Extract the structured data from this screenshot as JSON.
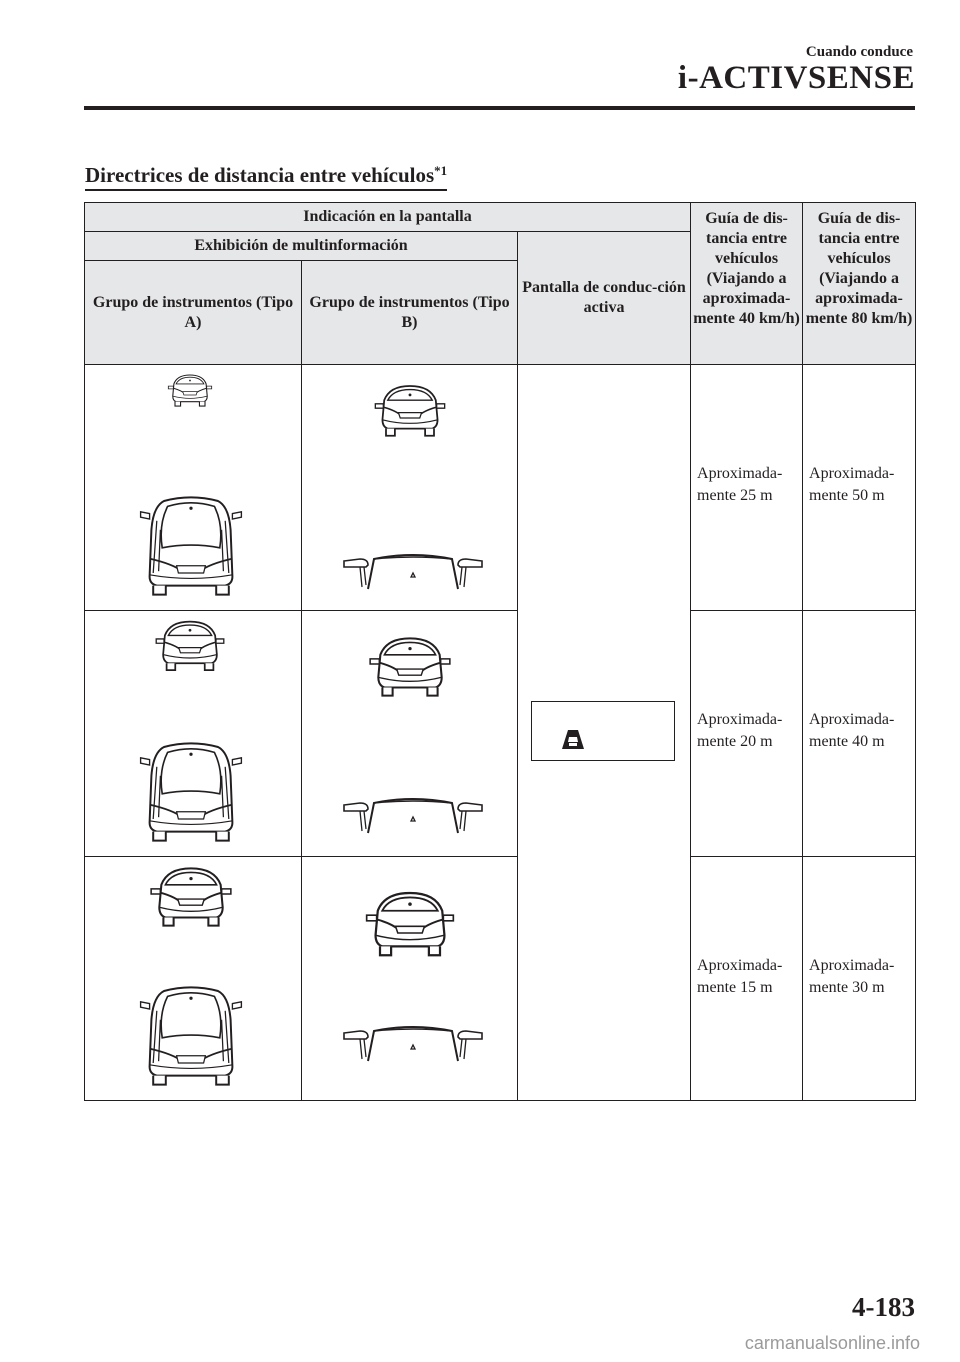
{
  "header": {
    "section": "Cuando conduce",
    "title": "i-ACTIVSENSE"
  },
  "section_title": {
    "text": "Directrices de distancia entre vehículos",
    "sup": "*1"
  },
  "table": {
    "h_display": "Indicación en la pantalla",
    "h_multi": "Exhibición de multinformación",
    "h_cluster_a": "Grupo de instrumentos (Tipo A)",
    "h_cluster_b": "Grupo de instrumentos (Tipo B)",
    "h_active": "Pantalla de conduc-ción activa",
    "h_guide40": "Guía de dis-tancia entre vehículos (Viajando a aproximada-mente 40 km/h)",
    "h_guide80": "Guía de dis-tancia entre vehículos (Viajando a aproximada-mente 80 km/h)",
    "rows": [
      {
        "d40": "Aproxima­da-mente 25 m",
        "d80": "Aproxima­da-mente 50 m"
      },
      {
        "d40": "Aproxima­da-mente 20 m",
        "d80": "Aproxima­da-mente 40 m"
      },
      {
        "d40": "Aproxima­da-mente 15 m",
        "d80": "Aproxima­da-mente 30 m"
      }
    ]
  },
  "icons": {
    "car_rear_small": "car-rear-icon",
    "car_top": "car-top-icon",
    "own_hood": "own-vehicle-hood-icon",
    "active_display": "vehicle-ahead-icon"
  },
  "footer": {
    "page": "4-183",
    "watermark": "carmanualsonline.info"
  }
}
